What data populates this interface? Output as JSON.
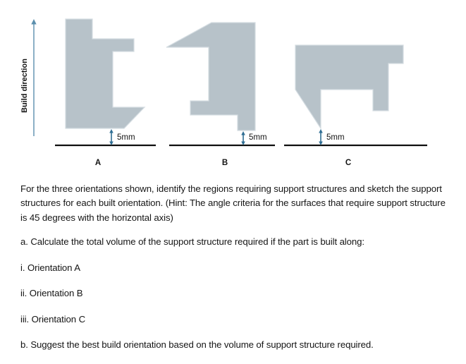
{
  "figure": {
    "build_direction_label": "Build direction",
    "orientations": [
      {
        "id": "A",
        "label": "A",
        "dimension_label": "5mm"
      },
      {
        "id": "B",
        "label": "B",
        "dimension_label": "5mm"
      },
      {
        "id": "C",
        "label": "C",
        "dimension_label": "5mm"
      }
    ],
    "colors": {
      "part_fill": "#b7c2c9",
      "part_stroke": "#d4dce1",
      "baseline": "#0f0f0f",
      "dimension_arrow": "#2e6d93",
      "axis": "#5b8fad"
    }
  },
  "text": {
    "intro": "For the three orientations shown, identify the regions requiring support structures and sketch the support structures for each built orientation. (Hint: The angle criteria for the surfaces that require support structure is 45 degrees with the horizontal axis)",
    "question_a": "a. Calculate the total volume of the support structure required if the part is built along:",
    "item_i": "i. Orientation A",
    "item_ii": "ii. Orientation B",
    "item_iii": "iii. Orientation C",
    "question_b": "b. Suggest the best build orientation based on the volume of support structure required."
  }
}
